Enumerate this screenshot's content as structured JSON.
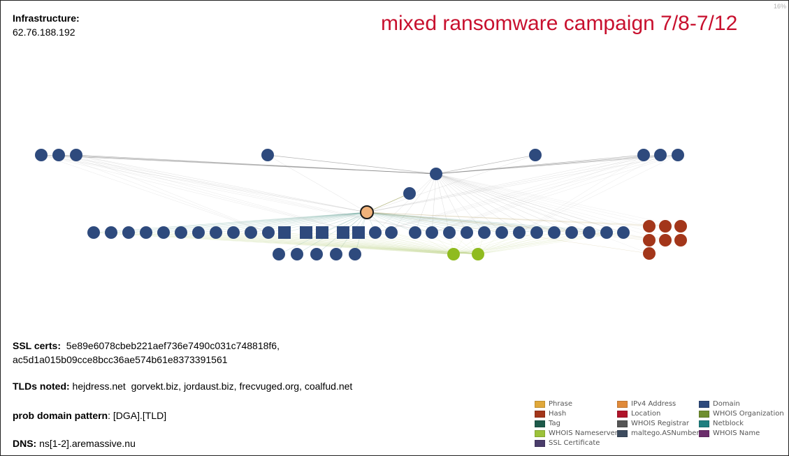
{
  "title": "mixed ransomware campaign 7/8-7/12",
  "zoom": "16%",
  "infrastructure": {
    "label": "Infrastructure:",
    "value": "62.76.188.192"
  },
  "ssl": {
    "label": "SSL certs:",
    "line1": "5e89e6078cbeb221aef736e7490c031c748818f6,",
    "line2": "ac5d1a015b09cce8bcc36ae574b61e8373391561"
  },
  "tlds": {
    "label": "TLDs noted:",
    "value": "hejdress.net  gorvekt.biz, jordaust.biz, frecvuged.org, coalfud.net"
  },
  "pattern": {
    "label": "prob domain pattern",
    "value": ": [DGA].[TLD]"
  },
  "dns": {
    "label": "DNS:",
    "value": "ns[1-2].aremassive.nu"
  },
  "colors": {
    "title": "#c8102e",
    "domain": "#2e4a7d",
    "hash": "#a3361a",
    "nameserver": "#8fbb1f",
    "ipv4": "#f0b27a"
  },
  "legend": [
    {
      "label": "Phrase",
      "color": "#e0a83a"
    },
    {
      "label": "IPv4 Address",
      "color": "#e08a3a"
    },
    {
      "label": "Domain",
      "color": "#2e4a7d"
    },
    {
      "label": "Hash",
      "color": "#a3361a"
    },
    {
      "label": "Location",
      "color": "#b0142a"
    },
    {
      "label": "WHOIS Organization",
      "color": "#6f8f2f"
    },
    {
      "label": "Tag",
      "color": "#1d5a4a"
    },
    {
      "label": "WHOIS Registrar",
      "color": "#555555"
    },
    {
      "label": "Netblock",
      "color": "#1f7f7f"
    },
    {
      "label": "WHOIS Nameserver",
      "color": "#9cc23a"
    },
    {
      "label": "maltego.ASNumber",
      "color": "#3d4b5e"
    },
    {
      "label": "WHOIS Name",
      "color": "#6b2d6b"
    },
    {
      "label": "SSL Certificate",
      "color": "#4a3d6b"
    }
  ]
}
